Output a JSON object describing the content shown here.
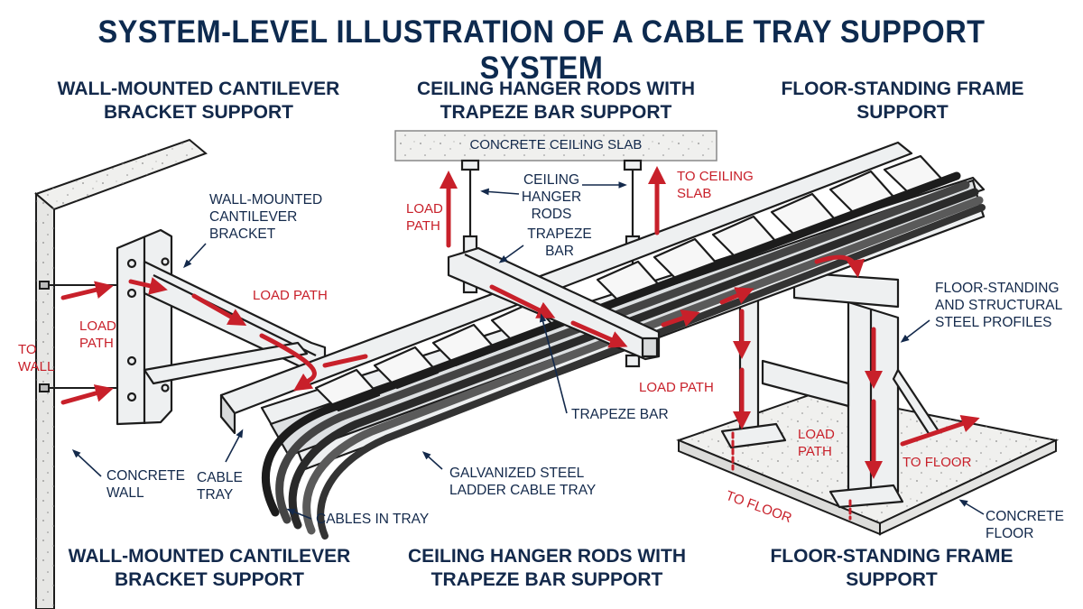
{
  "title": "SYSTEM-LEVEL ILLUSTRATION OF A CABLE TRAY SUPPORT SYSTEM",
  "sections_top": {
    "wall": [
      "WALL-MOUNTED CANTILEVER",
      "BRACKET SUPPORT"
    ],
    "ceiling": [
      "CEILING HANGER RODS WITH",
      "TRAPEZE BAR SUPPORT"
    ],
    "floor": [
      "FLOOR-STANDING FRAME",
      "SUPPORT"
    ]
  },
  "sections_bottom": {
    "wall": [
      "WALL-MOUNTED CANTILEVER",
      "BRACKET SUPPORT"
    ],
    "ceiling": [
      "CEILING HANGER RODS WITH",
      "TRAPEZE BAR SUPPORT"
    ],
    "floor": [
      "FLOOR-STANDING FRAME",
      "SUPPORT"
    ]
  },
  "callouts": {
    "concrete_ceiling_slab": "CONCRETE CEILING SLAB",
    "wall_bracket": [
      "WALL-MOUNTED",
      "CANTILEVER",
      "BRACKET"
    ],
    "ceiling_rods": [
      "CEILING",
      "HANGER",
      "RODS"
    ],
    "trapeze_bar_upper": [
      "TRAPEZE",
      "BAR"
    ],
    "trapeze_bar_lower": "TRAPEZE BAR",
    "floor_profiles": [
      "FLOOR-STANDING",
      "AND STRUCTURAL",
      "STEEL PROFILES"
    ],
    "concrete_wall": [
      "CONCRETE",
      "WALL"
    ],
    "cable_tray": [
      "CABLE",
      "TRAY"
    ],
    "galvanized_tray": [
      "GALVANIZED STEEL",
      "LADDER CABLE TRAY"
    ],
    "cables_in_tray": "CABLES IN TRAY",
    "concrete_floor": [
      "CONCRETE",
      "FLOOR"
    ]
  },
  "load_labels": {
    "to_wall": [
      "TO",
      "WALL"
    ],
    "load_path_wall": [
      "LOAD",
      "PATH"
    ],
    "load_path_bracket": "LOAD PATH",
    "load_path_ceiling": [
      "LOAD",
      "PATH"
    ],
    "to_ceiling_slab": [
      "TO CEILING",
      "SLAB"
    ],
    "load_path_tray": "LOAD PATH",
    "load_path_floor": [
      "LOAD",
      "PATH"
    ],
    "to_floor_left": "TO FLOOR",
    "to_floor_right": "TO FLOOR"
  },
  "colors": {
    "navy": "#13294b",
    "load_red": "#c8202a",
    "steel": "#eef0f1",
    "concrete": "#f0f0ee",
    "cable": "#2a2a2a"
  }
}
